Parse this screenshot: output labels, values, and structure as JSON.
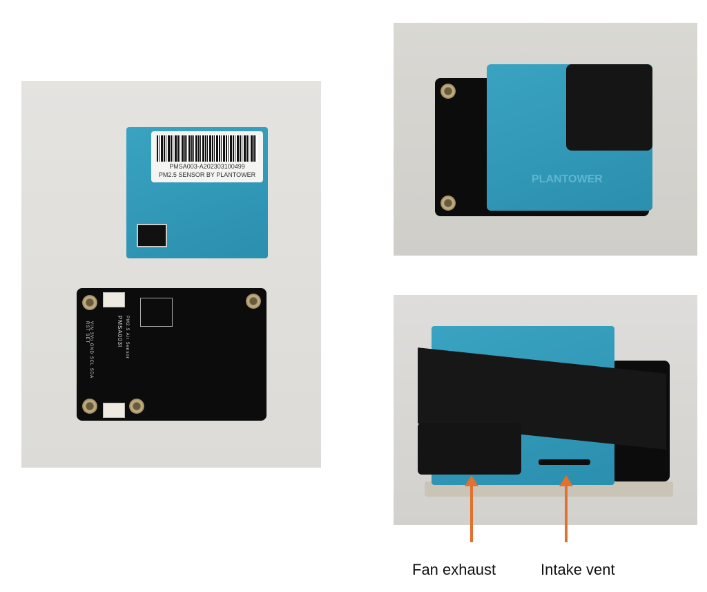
{
  "sensor_label": {
    "serial": "PMSA003-A202303100499",
    "description": "PM2.5 SENSOR BY PLANTOWER"
  },
  "board": {
    "model": "PMSA003I",
    "subtitle": "PM2.5 Air Sensor",
    "pins": "VIN 3Vo GND SCL SDA RST SET"
  },
  "brand_mark": "PLANTOWER",
  "captions": {
    "fan_exhaust": "Fan exhaust",
    "intake_vent": "Intake vent"
  },
  "colors": {
    "arrow": "#e2712f",
    "sensor": "#3aa3c2"
  }
}
